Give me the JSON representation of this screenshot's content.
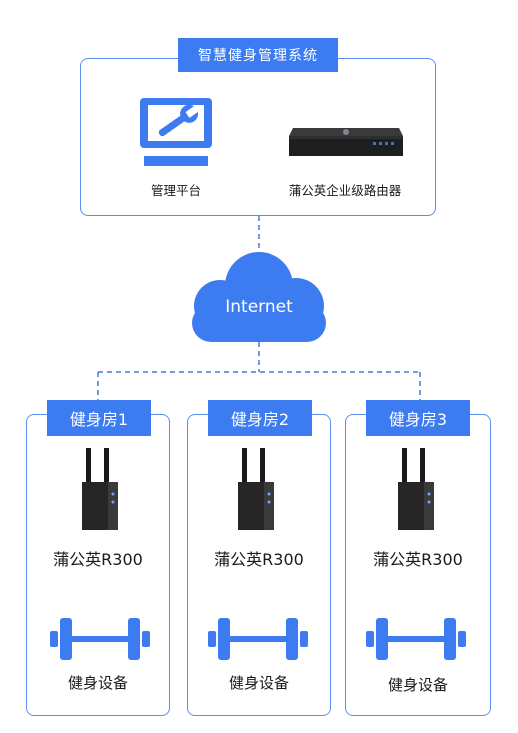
{
  "system": {
    "title": "智慧健身管理系统",
    "platform_label": "管理平台",
    "router_label": "蒲公英企业级路由器"
  },
  "cloud": {
    "label": "Internet"
  },
  "gyms": [
    {
      "name": "健身房1",
      "device": "蒲公英R300",
      "equipment": "健身设备"
    },
    {
      "name": "健身房2",
      "device": "蒲公英R300",
      "equipment": "健身设备"
    },
    {
      "name": "健身房3",
      "device": "蒲公英R300",
      "equipment": "健身设备"
    }
  ],
  "colors": {
    "accent": "#3d7bf0",
    "border": "#5b8def",
    "connector": "#4a78d0",
    "device": "#2b2b2b"
  },
  "icons": [
    "monitor-wrench-icon",
    "enterprise-router-icon",
    "cloud-icon",
    "router-r300-icon",
    "barbell-icon"
  ]
}
